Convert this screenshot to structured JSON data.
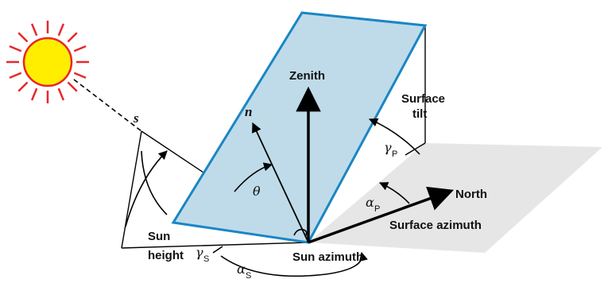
{
  "labels": {
    "zenith": "Zenith",
    "surface_tilt_line1": "Surface",
    "surface_tilt_line2": "tilt",
    "north": "North",
    "surface_azimuth": "Surface azimuth",
    "sun_azimuth": "Sun azimuth",
    "sun_height_line1": "Sun",
    "sun_height_line2": "height",
    "s_vector": "s",
    "n_vector": "n",
    "theta": "θ",
    "gamma_p": "γ",
    "gamma_p_sub": "P",
    "alpha_p": "α",
    "alpha_p_sub": "P",
    "gamma_s": "γ",
    "gamma_s_sub": "S",
    "alpha_s": "α",
    "alpha_s_sub": "S"
  },
  "colors": {
    "panel_fill": "#bfdbea",
    "panel_stroke": "#1a86c4",
    "sun_fill": "#ffee00",
    "sun_stroke": "#e8262a",
    "shadow": "#e6e6e6",
    "ink": "#000000"
  }
}
